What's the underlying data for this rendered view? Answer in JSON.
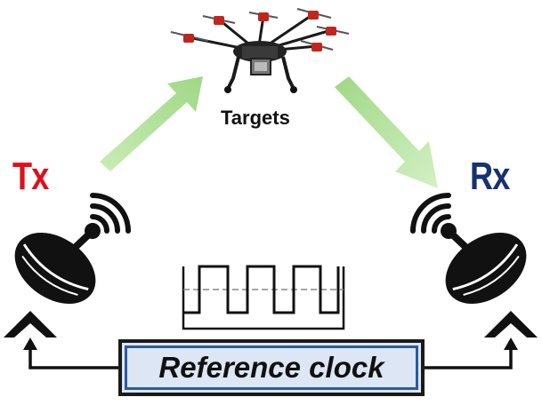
{
  "labels": {
    "tx": "Tx",
    "rx": "Rx",
    "targets": "Targets",
    "reference_clock": "Reference clock"
  },
  "colors": {
    "tx": "#e0101a",
    "rx": "#16326e",
    "arrow_green": "#a6d98a",
    "clock_fill": "#dde6f4",
    "clock_border": "#2c5aa0"
  },
  "icons": {
    "target": "drone-icon",
    "transmitter": "satellite-dish-icon",
    "receiver": "satellite-dish-icon",
    "clock_signal": "square-wave-icon"
  }
}
